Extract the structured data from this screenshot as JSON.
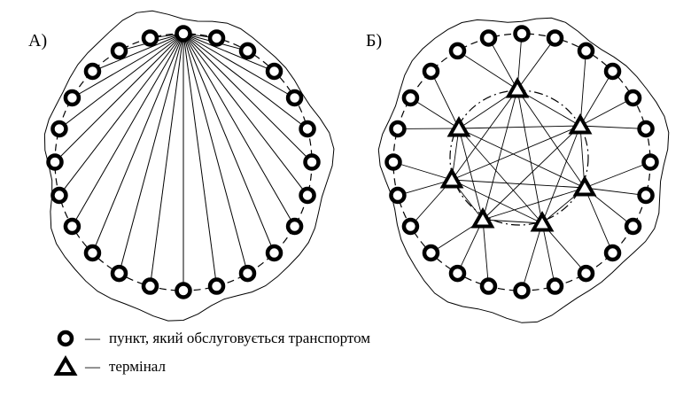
{
  "panels": [
    {
      "label": "А)"
    },
    {
      "label": "Б)"
    }
  ],
  "legend": {
    "items": [
      {
        "symbol": "circle-node-icon",
        "separator": "—",
        "text": "пункт, який обслуговується транспортом"
      },
      {
        "symbol": "triangle-terminal-icon",
        "separator": "—",
        "text": "термінал"
      }
    ]
  },
  "colors": {
    "ink": "#000000",
    "background": "#ffffff"
  }
}
